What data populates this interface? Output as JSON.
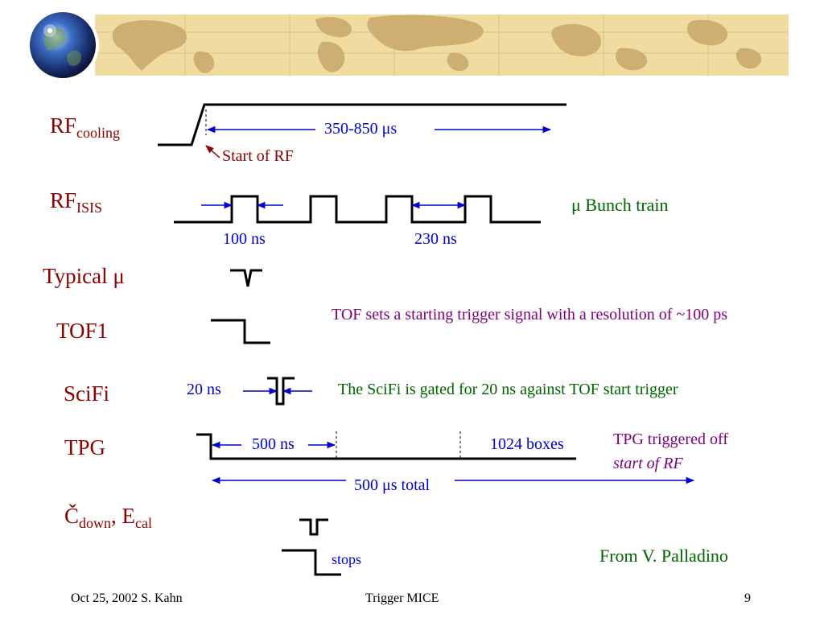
{
  "rows": {
    "rf_cooling": {
      "main": "RF",
      "sub": "cooling"
    },
    "rf_isis": {
      "main": "RF",
      "sub": "ISIS"
    },
    "typical_mu": "Typical μ",
    "tof1": "TOF1",
    "scifi": "SciFi",
    "tpg": "TPG",
    "cdown": {
      "c": "Č",
      "c_sub": "down",
      "sep": ", E",
      "e_sub": "cal"
    }
  },
  "annotations": {
    "rf_duration": "350-850 μs",
    "start_of_rf": "Start of RF",
    "bunch_train": "μ Bunch train",
    "ns100": "100 ns",
    "ns230": "230 ns",
    "tof_note": "TOF sets a starting trigger signal with a resolution of ~100 ps",
    "ns20": "20 ns",
    "scifi_note": "The SciFi is gated for 20 ns against TOF start trigger",
    "ns500": "500 ns",
    "boxes": "1024 boxes",
    "tpg_note_1": "TPG triggered off",
    "tpg_note_2": "start of RF",
    "total": "500 μs total",
    "stops": "stops",
    "credit": "From V. Palladino"
  },
  "footer": {
    "left": "Oct 25, 2002 S. Kahn",
    "center": "Trigger MICE",
    "page": "9"
  },
  "colors": {
    "title_red": "#8b0000",
    "arrow_blue": "#0000c8",
    "green_text": "#006400",
    "purple_text": "#800080",
    "banner_bg": "#f0dca0",
    "map_land": "#c9a86a"
  }
}
